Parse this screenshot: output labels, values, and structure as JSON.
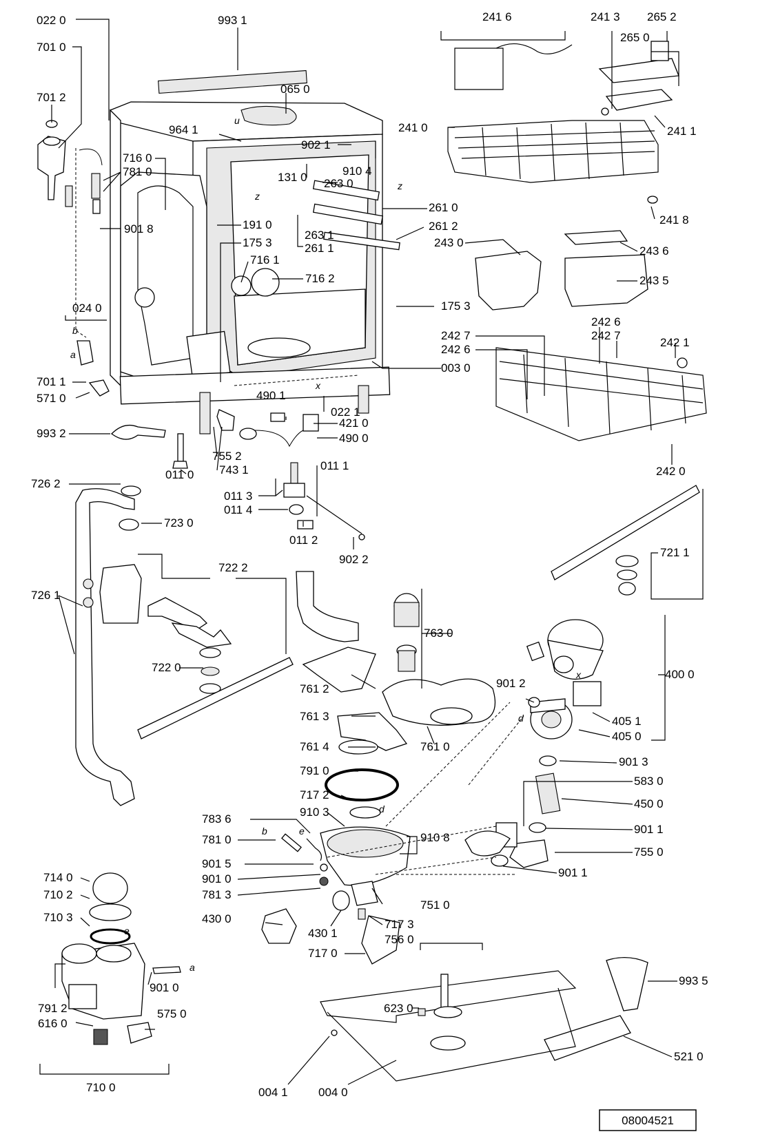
{
  "document_id": "08004521",
  "callouts": [
    "022 0",
    "993 1",
    "065 0",
    "701 0",
    "701 2",
    "964 1",
    "902 1",
    "910 4",
    "716 0",
    "781 0",
    "131 0",
    "263 0",
    "261 0",
    "261 2",
    "263 1",
    "261 1",
    "901 8",
    "191 0",
    "175 3",
    "716 1",
    "716 2",
    "175 3",
    "024 0",
    "003 0",
    "701 1",
    "571 0",
    "022 1",
    "490 1",
    "421 0",
    "490 0",
    "993 2",
    "755 2",
    "011 0",
    "743 1",
    "011 1",
    "011 3",
    "011 4",
    "011 2",
    "902 2",
    "726 2",
    "723 0",
    "722 2",
    "726 1",
    "722 0",
    "241 6",
    "241 3",
    "265 2",
    "265 0",
    "241 0",
    "241 1",
    "241 8",
    "243 0",
    "243 6",
    "243 5",
    "242 7",
    "242 6",
    "242 6",
    "242 7",
    "242 1",
    "242 0",
    "721 1",
    "763 0",
    "761 2",
    "761 3",
    "761 0",
    "761 4",
    "791 0",
    "717 2",
    "910 3",
    "910 8",
    "783 6",
    "781 0",
    "901 5",
    "901 0",
    "781 3",
    "751 0",
    "400 0",
    "901 2",
    "405 1",
    "405 0",
    "901 3",
    "583 0",
    "450 0",
    "901 1",
    "755 0",
    "901 1",
    "430 0",
    "430 1",
    "717 3",
    "756 0",
    "717 0",
    "714 0",
    "710 2",
    "710 3",
    "901 0",
    "791 2",
    "616 0",
    "575 0",
    "710 0",
    "623 0",
    "993 5",
    "521 0",
    "004 1",
    "004 0"
  ],
  "letters": [
    "u",
    "z",
    "z",
    "x",
    "b",
    "a",
    "x",
    "d",
    "e",
    "b",
    "d",
    "e",
    "a"
  ]
}
